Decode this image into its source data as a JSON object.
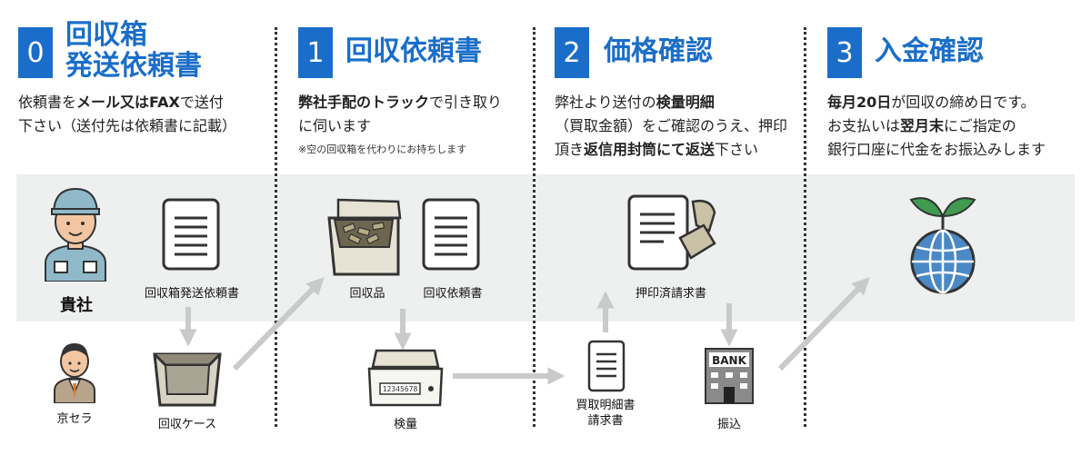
{
  "steps": [
    {
      "number": "0",
      "title_line1": "回収箱",
      "title_line2": "発送依頼書",
      "desc_line1_a": "依頼書を",
      "desc_line1_b": "メール又はFAX",
      "desc_line1_c": "で送付",
      "desc_line2": "下さい（送付先は依頼書に記載）"
    },
    {
      "number": "1",
      "title": "回収依頼書",
      "desc_line1_a": "弊社手配のトラック",
      "desc_line1_b": "で引き取り",
      "desc_line2": "に伺います",
      "note": "※空の回収箱を代わりにお持ちします"
    },
    {
      "number": "2",
      "title": "価格確認",
      "desc_line1_a": "弊社より送付の",
      "desc_line1_b": "検量明細",
      "desc_line2": "（買取金額）をご確認のうえ、押印",
      "desc_line3_a": "頂き",
      "desc_line3_b": "返信用封筒にて返送",
      "desc_line3_c": "下さい"
    },
    {
      "number": "3",
      "title": "入金確認",
      "desc_line1_a": "毎月20日",
      "desc_line1_b": "が回収の締め日です。",
      "desc_line2_a": "お支払いは",
      "desc_line2_b": "翌月末",
      "desc_line2_c": "にご指定の",
      "desc_line3": "銀行口座に代金をお振込みします"
    }
  ],
  "labels": {
    "client": "貴社",
    "kyocera": "京セラ",
    "request_form": "回収箱発送依頼書",
    "collection_case": "回収ケース",
    "collected_items": "回収品",
    "collection_request": "回収依頼書",
    "weighing": "検量",
    "purchase_statement_line1": "買取明細書",
    "purchase_statement_line2": "請求書",
    "stamped_invoice": "押印済請求書",
    "transfer": "振込",
    "bank_sign": "BANK",
    "scale_display": "12345678"
  },
  "colors": {
    "accent": "#1a6ec9",
    "band": "#eef0ef",
    "arrow": "#c8cbc9"
  }
}
